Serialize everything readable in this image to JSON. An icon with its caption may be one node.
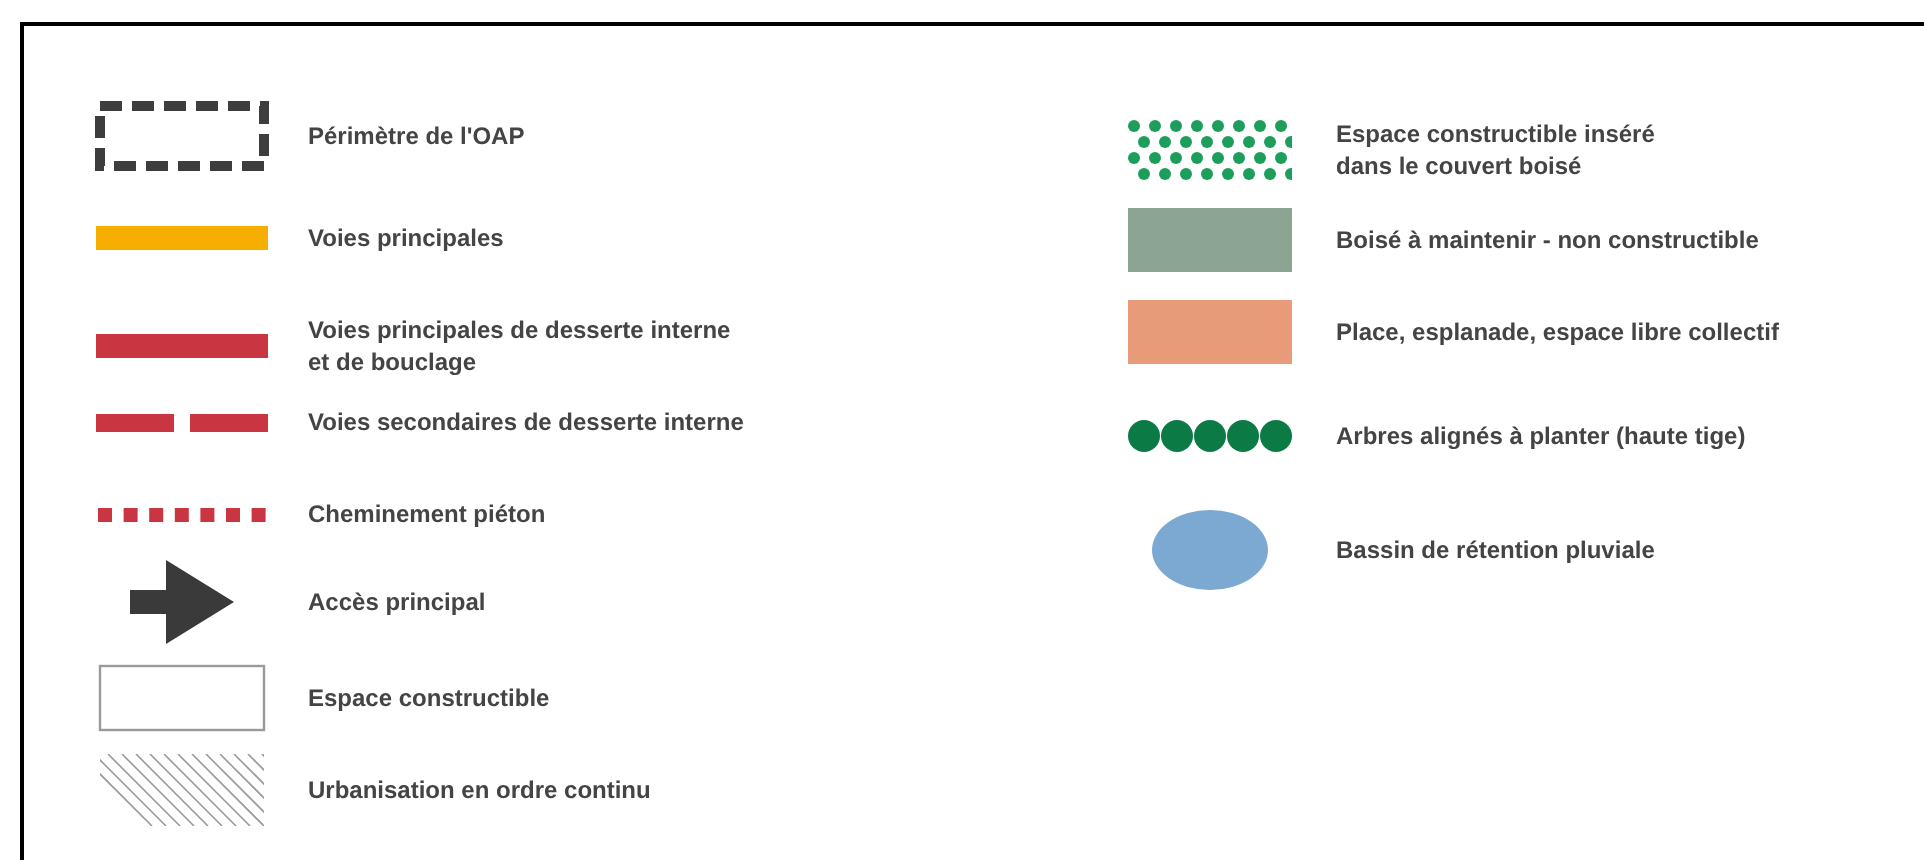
{
  "diagram": {
    "legend": [
      {
        "text": "Périmètre de l'OAP"
      },
      {
        "text": "Voies principales"
      },
      {
        "text": "Voies principales de desserte interne et de bouclage"
      },
      {
        "text": "Voies secondaires de desserte interne"
      },
      {
        "text": "Cheminement piéton"
      },
      {
        "text": "Accès principal"
      },
      {
        "text": "Espace constructible"
      },
      {
        "text": "Urbanisation en ordre continu"
      },
      {
        "text": "Espace constructible inséré dans le couvert boisé"
      },
      {
        "text": "Boisé à maintenir - non constructible",
        "color": "#8ba592"
      },
      {
        "text": "Place, esplanade, espace libre collectif",
        "color": "#e79b79"
      },
      {
        "text": "Arbres alignés à planter (haute tige)"
      },
      {
        "text": "Bassin de rétention pluviale"
      }
    ]
  }
}
